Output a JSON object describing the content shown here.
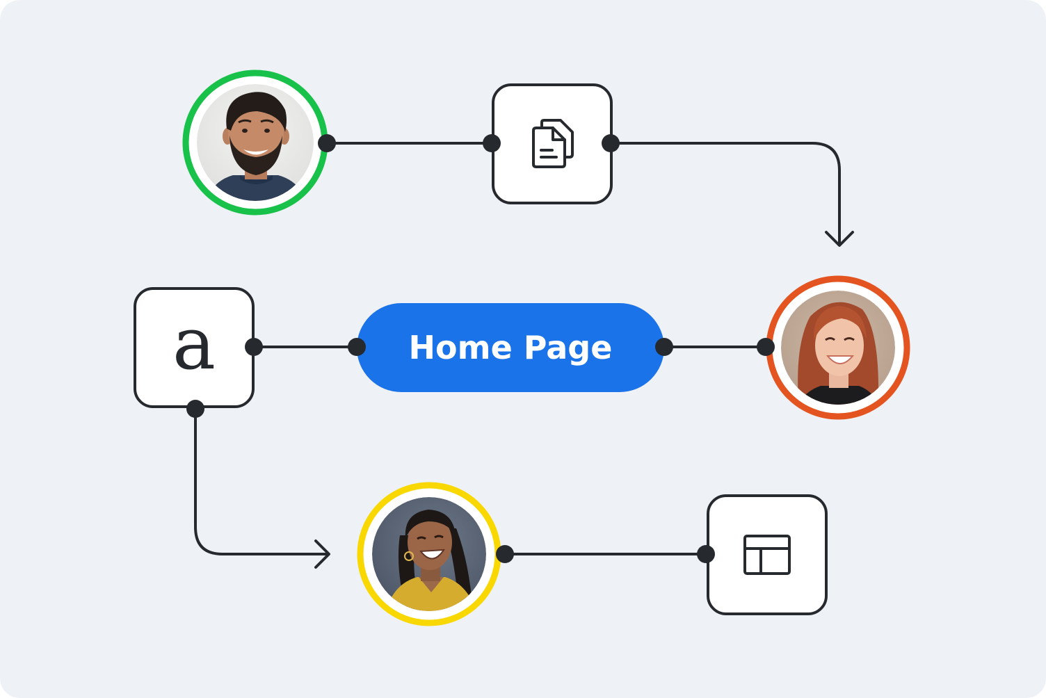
{
  "colors": {
    "background": "#eef1f6",
    "line": "#26292e",
    "node_fill": "#ffffff",
    "pill": "#1a73e8",
    "pill_text": "#ffffff",
    "ring_green": "#18c14a",
    "ring_orange": "#e35420",
    "ring_yellow": "#f8d800"
  },
  "nodes": {
    "person_top": {
      "ring_color": "green",
      "icon": "man-avatar-icon"
    },
    "document_node": {
      "icon": "copy-document-icon"
    },
    "person_right": {
      "ring_color": "orange",
      "icon": "woman-avatar-icon"
    },
    "font_node": {
      "letter": "a",
      "icon": "font-letter-icon"
    },
    "home_pill": {
      "label": "Home Page"
    },
    "person_bottom": {
      "ring_color": "yellow",
      "icon": "woman-avatar-icon"
    },
    "layout_node": {
      "icon": "layout-template-icon"
    }
  },
  "connections": [
    {
      "from": "person_top",
      "to": "document_node",
      "arrow": false
    },
    {
      "from": "document_node",
      "to": "person_right",
      "arrow": true
    },
    {
      "from": "font_node",
      "to": "home_pill",
      "arrow": false
    },
    {
      "from": "home_pill",
      "to": "person_right",
      "arrow": false
    },
    {
      "from": "font_node",
      "to": "person_bottom",
      "arrow": true
    },
    {
      "from": "person_bottom",
      "to": "layout_node",
      "arrow": false
    }
  ]
}
